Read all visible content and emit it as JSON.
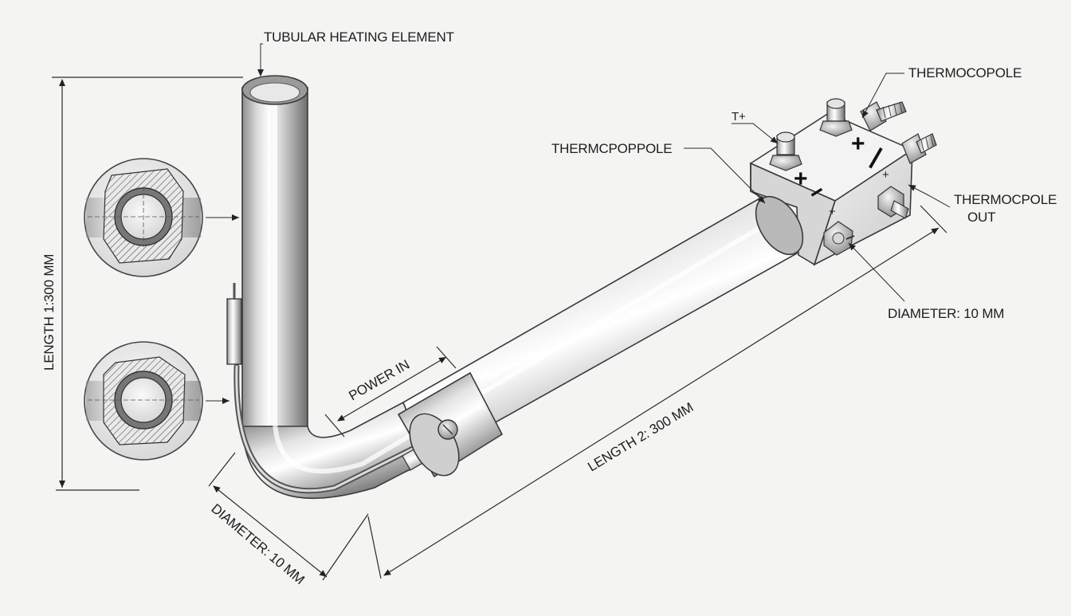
{
  "labels": {
    "tubular_heating_element": "TUBULAR HEATING ELEMENT",
    "thermocopole_top": "THERMOCOPOLE",
    "thermcpoppole": "THERMCPOPPOLE",
    "t_plus": "T+",
    "thermocpole_out_line1": "THERMOCPOLE",
    "thermocpole_out_line2": "OUT",
    "diameter_block": "DIAMETER: 10 MM",
    "power_in": "POWER IN",
    "length_2": "LENGTH 2: 300 MM",
    "length_1": "LENGTH 1:300 MM",
    "diameter_bend": "DIAMETER: 10 MM"
  },
  "terminal_symbols": {
    "plus_a": "+",
    "minus_a": "|",
    "plus_b": "+",
    "minus_b": "−",
    "plus_small_a": "+",
    "plus_small_b": "+"
  },
  "colors": {
    "background": "#f4f4f3",
    "steel_light": "#f2f2f2",
    "steel_mid": "#bdbdbd",
    "steel_dark": "#7a7a7a",
    "ink": "#1d1d1d"
  }
}
